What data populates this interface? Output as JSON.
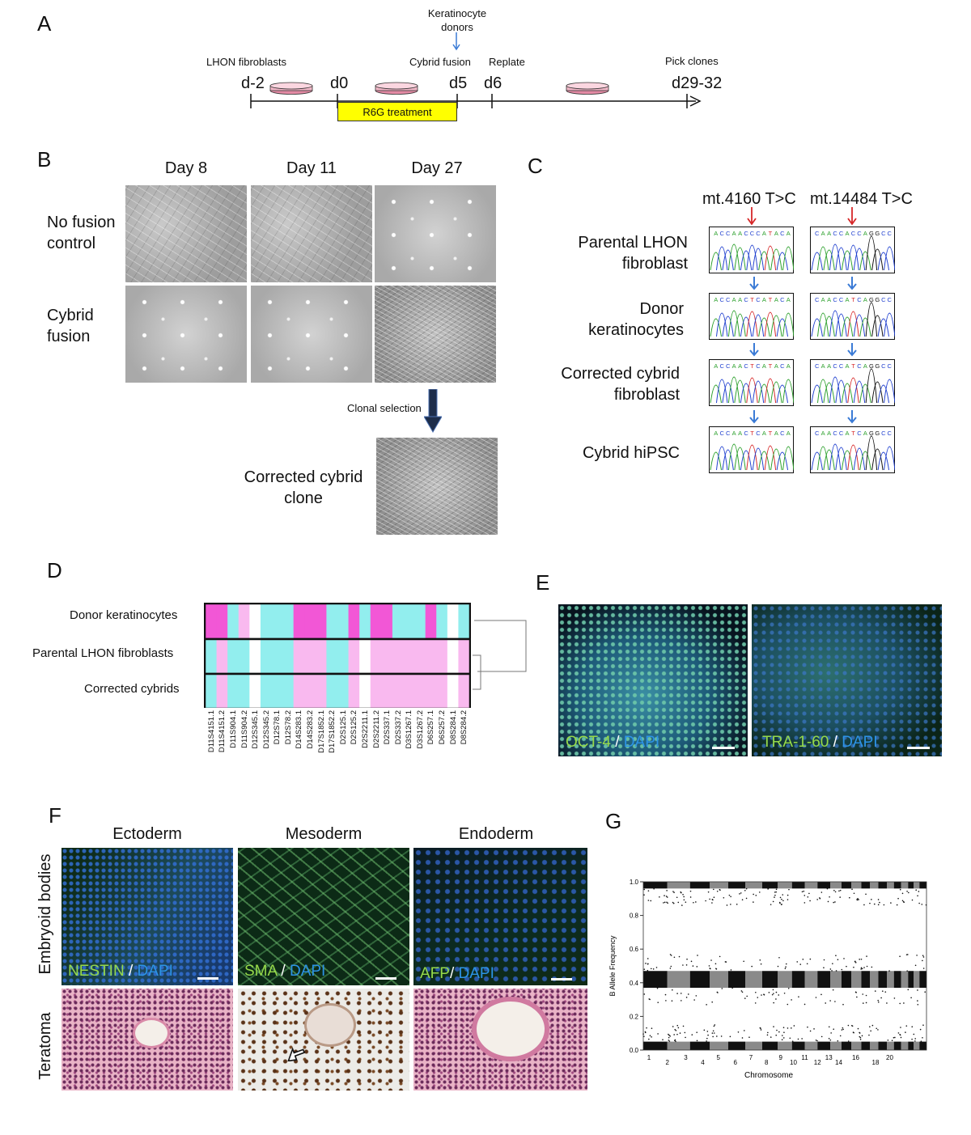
{
  "panels": {
    "A": "A",
    "B": "B",
    "C": "C",
    "D": "D",
    "E": "E",
    "F": "F",
    "G": "G"
  },
  "timeline": {
    "keratinocyte_donors": "Keratinocyte\ndonors",
    "lhon_fibroblasts": "LHON fibroblasts",
    "cybrid_fusion": "Cybrid fusion",
    "replate": "Replate",
    "pick_clones": "Pick clones",
    "days": [
      "d-2",
      "d0",
      "d5",
      "d6",
      "d29-32"
    ],
    "r6g": "R6G treatment",
    "colors": {
      "r6g_box": "#ffff00",
      "dish": "#e38aa4"
    }
  },
  "panel_b": {
    "days": [
      "Day 8",
      "Day 11",
      "Day 27"
    ],
    "rows": [
      "No fusion\ncontrol",
      "Cybrid\nfusion"
    ],
    "clonal_selection": "Clonal selection",
    "corrected_clone": "Corrected cybrid\nclone"
  },
  "panel_c": {
    "mutations": [
      "mt.4160 T>C",
      "mt.14484 T>C"
    ],
    "rows": [
      "Parental LHON\nfibroblast",
      "Donor\nkeratinocytes",
      "Corrected cybrid\nfibroblast",
      "Cybrid hiPSC"
    ],
    "seq_left": [
      "ACCAACCCATACA",
      "ACCAACTCATACA",
      "ACCAACTCATACA",
      "ACCAACTCATACA"
    ],
    "seq_right": [
      "CAACCACCAGGCC",
      "CAACCATCAGGCC",
      "CAACCATCAGGCC",
      "CAACCATCAGGCC"
    ],
    "colors": {
      "A": "#2ca02c",
      "C": "#1f3fcf",
      "G": "#111111",
      "T": "#d62728"
    }
  },
  "panel_d": {
    "rows": [
      "Donor keratinocytes",
      "Parental LHON fibroblasts",
      "Corrected cybrids"
    ],
    "markers": [
      "D11S4151.1",
      "D11S4151.2",
      "D11S904.1",
      "D11S904.2",
      "D12S345.1",
      "D12S345.2",
      "D12S78.1",
      "D12S78.2",
      "D14S283.1",
      "D14S283.2",
      "D17S1852.1",
      "D17S1852.2",
      "D2S125.1",
      "D2S125.2",
      "D2S2211.1",
      "D2S2211.2",
      "D2S337.1",
      "D2S337.2",
      "D3S1267.1",
      "D3S1267.2",
      "D6S257.1",
      "D6S257.2",
      "D8S284.1",
      "D8S284.2"
    ],
    "donor": [
      "m",
      "m",
      "c",
      "p",
      "w",
      "c",
      "c",
      "c",
      "m",
      "m",
      "m",
      "c",
      "c",
      "m",
      "c",
      "m",
      "m",
      "c",
      "c",
      "c",
      "m",
      "c",
      "w",
      "c"
    ],
    "parental": [
      "c",
      "p",
      "c",
      "c",
      "w",
      "c",
      "c",
      "c",
      "p",
      "p",
      "p",
      "c",
      "c",
      "p",
      "w",
      "p",
      "p",
      "p",
      "p",
      "p",
      "p",
      "p",
      "w",
      "p"
    ],
    "corrected": [
      "c",
      "p",
      "c",
      "c",
      "w",
      "c",
      "c",
      "c",
      "p",
      "p",
      "p",
      "c",
      "c",
      "p",
      "w",
      "p",
      "p",
      "p",
      "p",
      "p",
      "p",
      "p",
      "w",
      "p"
    ],
    "colors": {
      "m": "#f257d6",
      "c": "#92eeee",
      "p": "#f9b9ef",
      "w": "#ffffff"
    }
  },
  "panel_e": {
    "left_marker": "OCT-4",
    "right_marker": "TRA-1-60",
    "sep": " / ",
    "dapi": "DAPI"
  },
  "panel_f": {
    "germ_layers": [
      "Ectoderm",
      "Mesoderm",
      "Endoderm"
    ],
    "row_labels": [
      "Embryoid bodies",
      "Teratoma"
    ],
    "markers": [
      "NESTIN",
      "SMA",
      "AFP"
    ],
    "seps": [
      " / ",
      " / ",
      "/ "
    ],
    "dapi": "DAPI"
  },
  "panel_g": {
    "ylabel": "B Allele Frequency",
    "xlabel": "Chromosome",
    "yticks": [
      "0.0",
      "0.2",
      "0.4",
      "0.6",
      "0.8",
      "1.0"
    ],
    "xticks": [
      "1",
      "2",
      "3",
      "4",
      "5",
      "6",
      "7",
      "8",
      "9",
      "10",
      "11",
      "12",
      "13",
      "14",
      "16",
      "18",
      "20"
    ]
  }
}
